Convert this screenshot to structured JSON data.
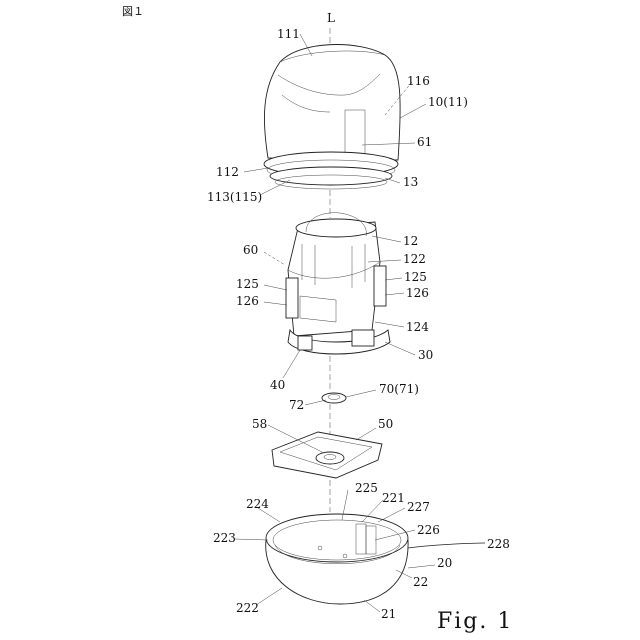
{
  "header": "図１",
  "figure_label": "Fig. 1",
  "axis_label": "L",
  "callouts": {
    "c111": "111",
    "c116": "116",
    "c10_11": "10(11)",
    "c61": "61",
    "c112": "112",
    "c113_115": "113(115)",
    "c13": "13",
    "c60": "60",
    "c12": "12",
    "c122": "122",
    "c125_r": "125",
    "c126_r": "126",
    "c125_l": "125",
    "c126_l": "126",
    "c124": "124",
    "c30": "30",
    "c40": "40",
    "c70_71": "70(71)",
    "c72": "72",
    "c58": "58",
    "c50": "50",
    "c225": "225",
    "c221": "221",
    "c227": "227",
    "c224": "224",
    "c226": "226",
    "c223": "223",
    "c228": "228",
    "c20": "20",
    "c22": "22",
    "c222": "222",
    "c21": "21"
  }
}
